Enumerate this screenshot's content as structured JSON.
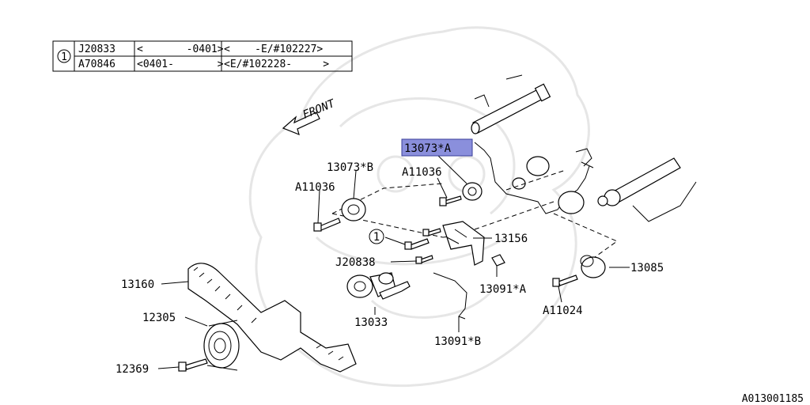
{
  "table": {
    "marker": "1",
    "rows": [
      {
        "part": "J20833",
        "range1": "<       -0401>",
        "range2": "<    -E/#102227>"
      },
      {
        "part": "A70846",
        "range1": "<0401-       >",
        "range2": "<E/#102228-     >"
      }
    ]
  },
  "front_label": "FRONT",
  "callouts": {
    "p13073a": "13073*A",
    "a11036_top": "A11036",
    "p13073b": "13073*B",
    "a11036_left": "A11036",
    "circle1": "1",
    "p13156": "13156",
    "j20838": "J20838",
    "p13160": "13160",
    "p13091a": "13091*A",
    "p13085": "13085",
    "a11024": "A11024",
    "p13033": "13033",
    "p12305": "12305",
    "p13091b": "13091*B",
    "p12369": "12369"
  },
  "diagram_id": "A013001185",
  "colors": {
    "highlight": "#8a8fdc",
    "line": "#000000",
    "watermark": "#e6e6e6"
  }
}
